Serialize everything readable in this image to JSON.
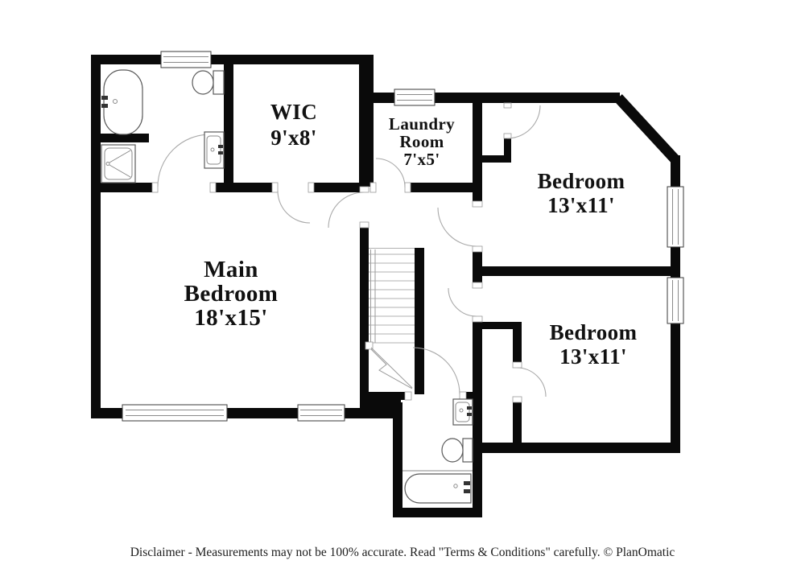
{
  "rooms": {
    "wic": {
      "lines": [
        "WIC",
        "9'x8'"
      ]
    },
    "laundry": {
      "lines": [
        "Laundry",
        "Room",
        "7'x5'"
      ]
    },
    "bedroom_top": {
      "lines": [
        "Bedroom",
        "13'x11'"
      ]
    },
    "main_bedroom": {
      "lines": [
        "Main",
        "Bedroom",
        "18'x15'"
      ]
    },
    "bedroom_bottom": {
      "lines": [
        "Bedroom",
        "13'x11'"
      ]
    }
  },
  "footer": {
    "disclaimer": "Disclaimer - Measurements may not be 100% accurate. Read \"Terms & Conditions\" carefully. © PlanOmatic"
  },
  "colors": {
    "wall": "#0a0a0a",
    "floor": "#ffffff",
    "label": "#111111",
    "door_arc": "#a9a9a9",
    "fixture_outline": "#5a5a5a"
  }
}
